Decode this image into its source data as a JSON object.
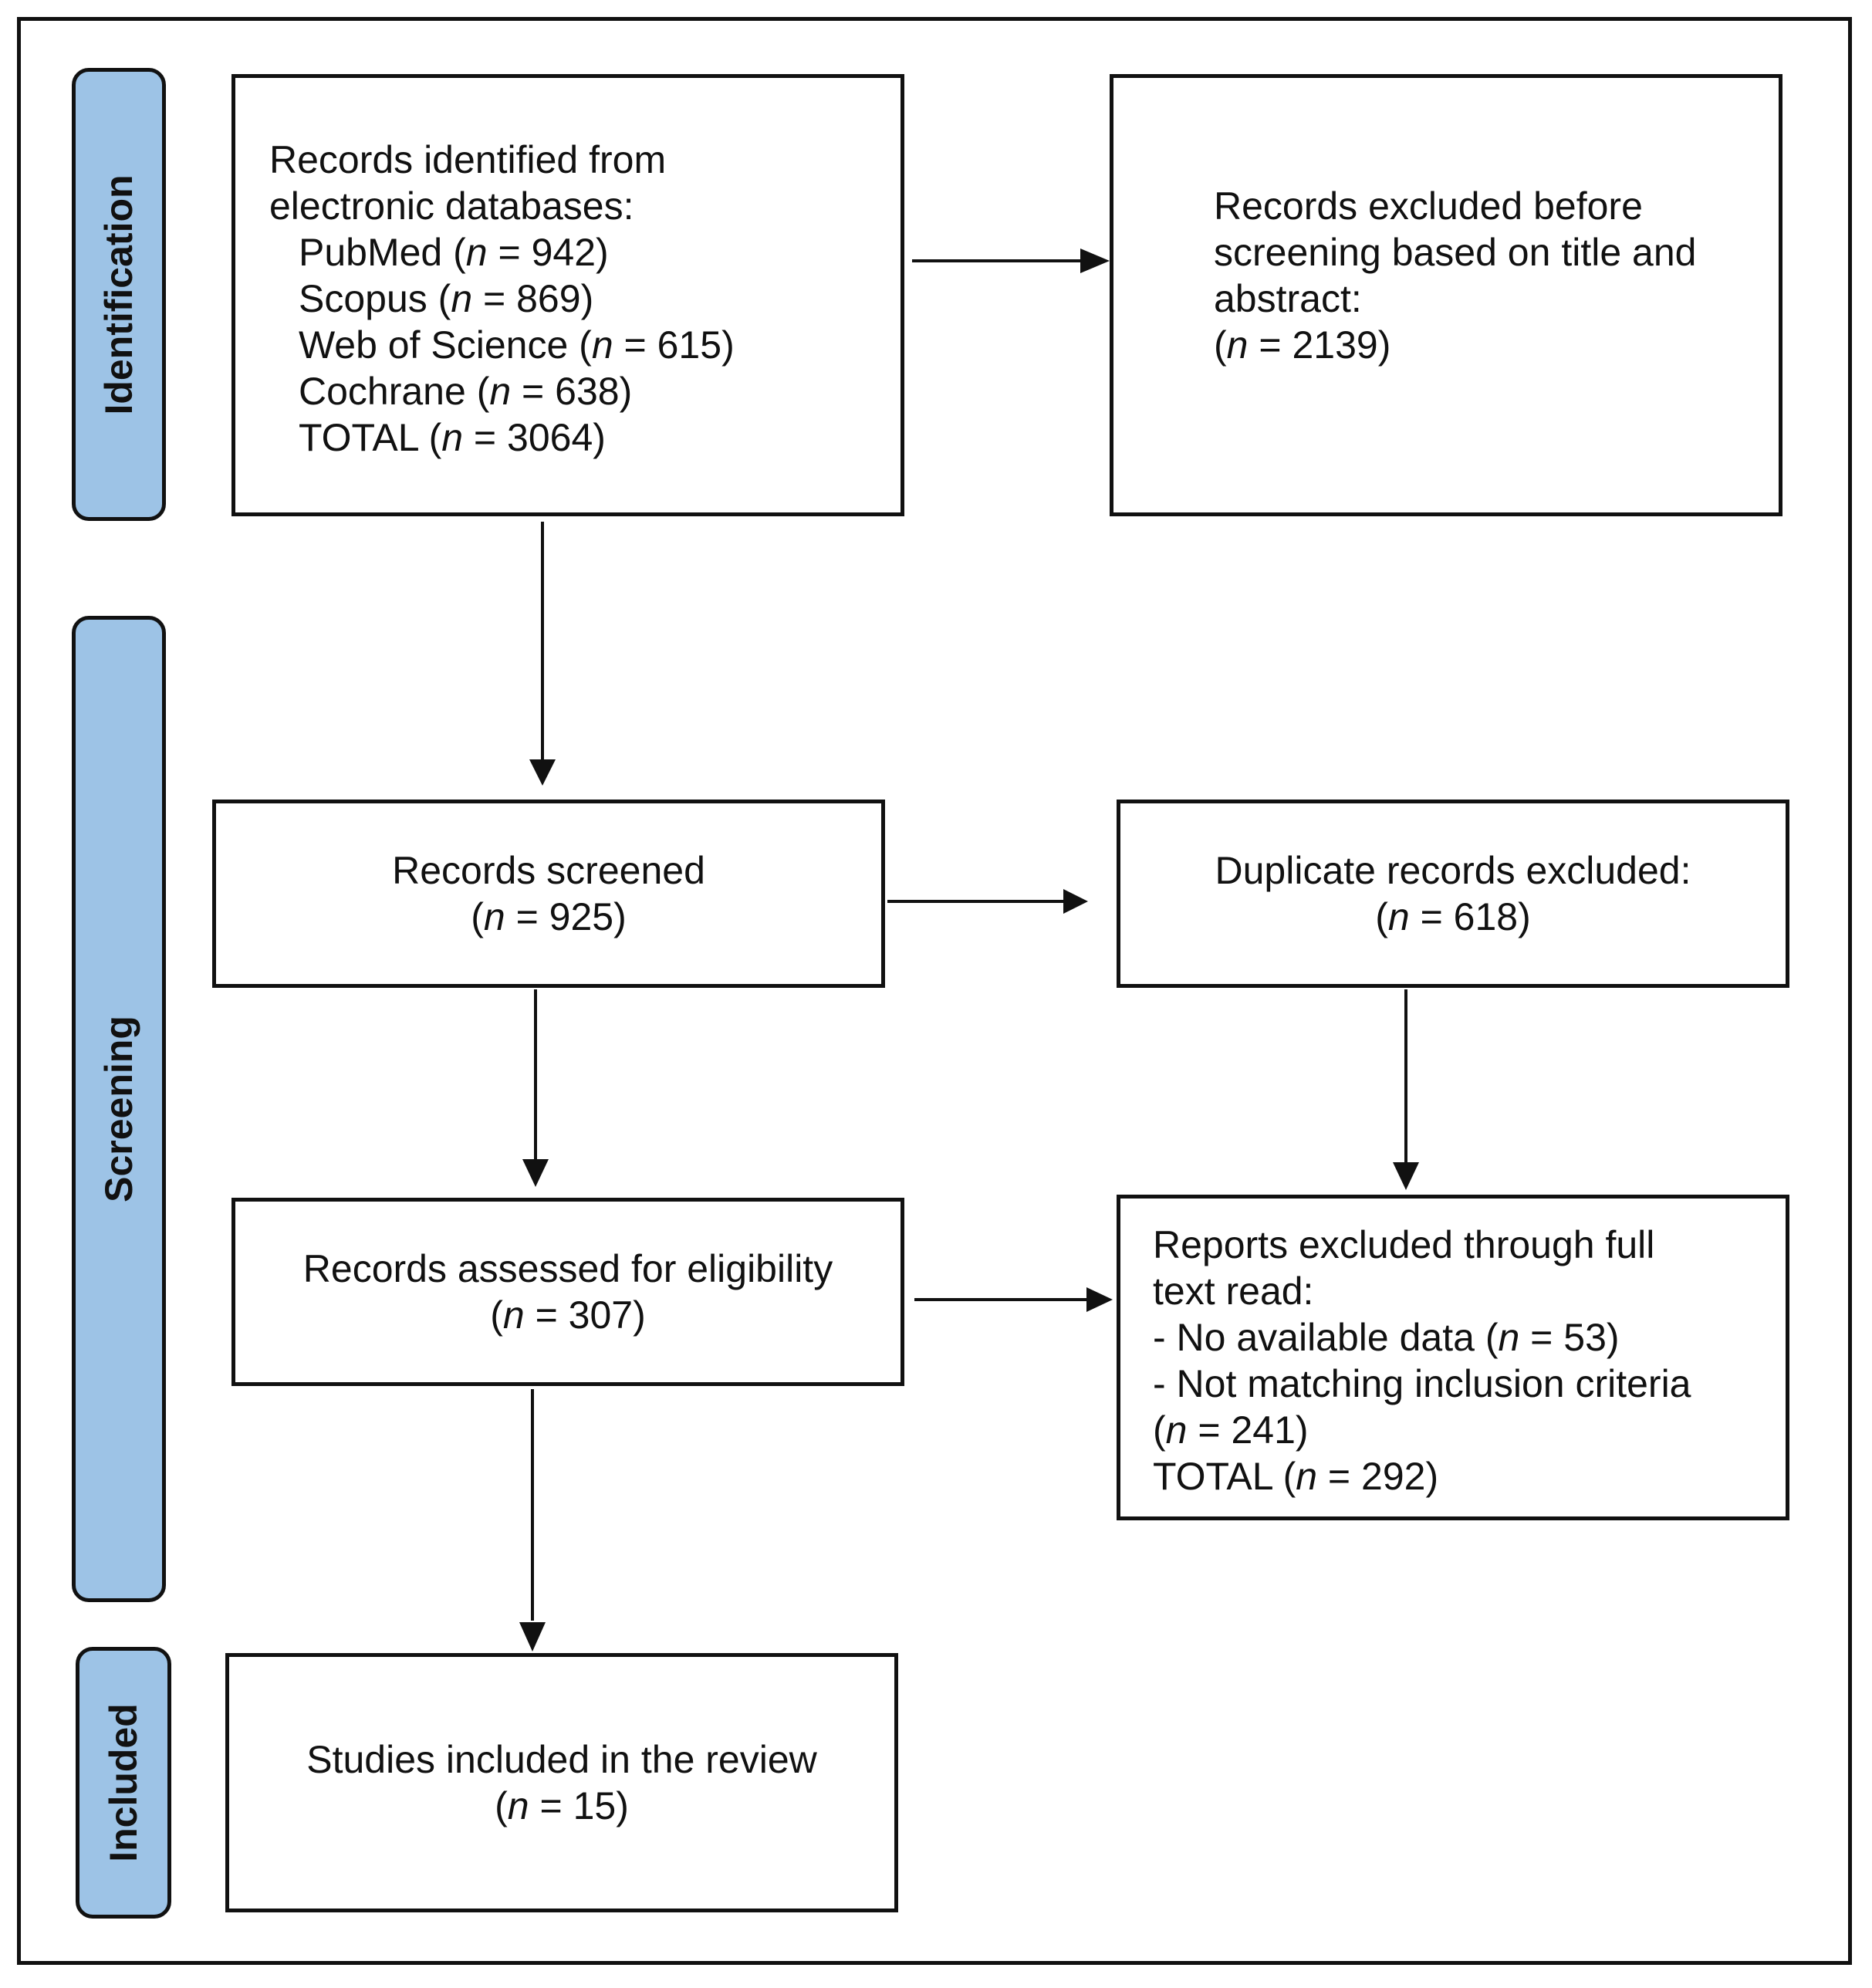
{
  "stages": {
    "identification": "Identification",
    "screening": "Screening",
    "included": "Included"
  },
  "identification_box": {
    "heading_line1": "Records identified from",
    "heading_line2": "electronic databases:",
    "sources": [
      {
        "name": "PubMed",
        "n": "942"
      },
      {
        "name": "Scopus",
        "n": "869"
      },
      {
        "name": "Web of Science",
        "n": "615"
      },
      {
        "name": "Cochrane",
        "n": "638"
      },
      {
        "name": "TOTAL",
        "n": "3064"
      }
    ]
  },
  "excluded_before": {
    "line1": "Records excluded before",
    "line2": "screening based on title and",
    "line3": "abstract:",
    "n": "2139"
  },
  "screened": {
    "label": "Records screened",
    "n": "925"
  },
  "duplicates": {
    "label": "Duplicate records excluded:",
    "n": "618"
  },
  "eligibility": {
    "label": "Records assessed for eligibility",
    "n": "307"
  },
  "fulltext_excluded": {
    "line1": "Reports excluded through full",
    "line2": "text read:",
    "no_data_label": "- No available data",
    "no_data_n": "53",
    "not_matching_label": "- Not matching inclusion criteria",
    "not_matching_n": "241",
    "total_label": "TOTAL",
    "total_n": "292"
  },
  "included_box": {
    "label": "Studies included in the review",
    "n": "15"
  },
  "n_symbol": "n"
}
